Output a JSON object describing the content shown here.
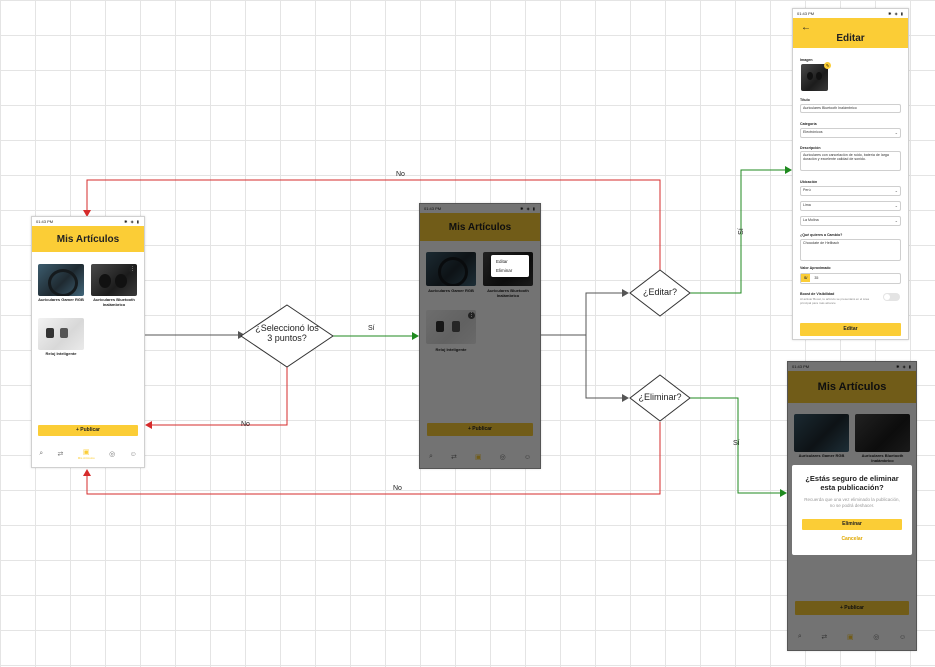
{
  "list_screen": {
    "status_time": "01:43 PM",
    "status_icons": "✱ ◈ ▮",
    "title": "Mis Artículos",
    "items": [
      {
        "title": "Auriculares Gamer RGB"
      },
      {
        "title": "Auriculares Bluetooth Inalámbrico"
      },
      {
        "title": "Reloj Inteligente"
      }
    ],
    "publish_label": "+ Publicar",
    "nav_icons": [
      "search-icon",
      "swap-icon",
      "chat-icon",
      "settings-icon",
      "profile-icon"
    ],
    "nav_active_label": "Mis Artículos",
    "menu_edit": "Editar",
    "menu_delete": "Eliminar"
  },
  "diamonds": {
    "three_dots": "¿Seleccionó los 3 puntos?",
    "edit": "¿Editar?",
    "delete": "¿Eliminar?"
  },
  "edge_labels": {
    "yes": "Sí",
    "no": "No"
  },
  "edit_screen": {
    "status_time": "01:43 PM",
    "title": "Editar",
    "back_icon": "←",
    "image_label": "Imagen",
    "title_label": "Título",
    "title_value": "Auriculares Bluetooth Inalámbrico",
    "category_label": "Categoría",
    "category_value": "Electrónicos",
    "description_label": "Descripción",
    "description_value": "Auriculares con cancelación de ruido, batería de larga duración y excelente calidad de sonido.",
    "location_label": "Ubicación",
    "location_1": "Perú",
    "location_2": "Lima",
    "location_3": "La Molina",
    "exchange_label": "¿Qué quieres a Cambio?",
    "exchange_value": "Chocolate de Hellbach",
    "value_label": "Valor Aproximado",
    "currency": "S/",
    "value": "35",
    "boost_label": "Boost de Visibilidad",
    "boost_desc": "Al activar Boost, tu artículo se presentará en el área principal para más alcance",
    "submit_label": "Editar"
  },
  "delete_dialog": {
    "title": "¿Estás seguro de eliminar esta publicación?",
    "message": "Recuerda que una vez eliminado la publicación, no se podrá deshacer.",
    "confirm_label": "Eliminar",
    "cancel_label": "Cancelar"
  },
  "colors": {
    "accent": "#fbcd36",
    "yes_arrow": "#1f8a1f",
    "no_arrow": "#d62b2b",
    "neutral_arrow": "#555555"
  }
}
